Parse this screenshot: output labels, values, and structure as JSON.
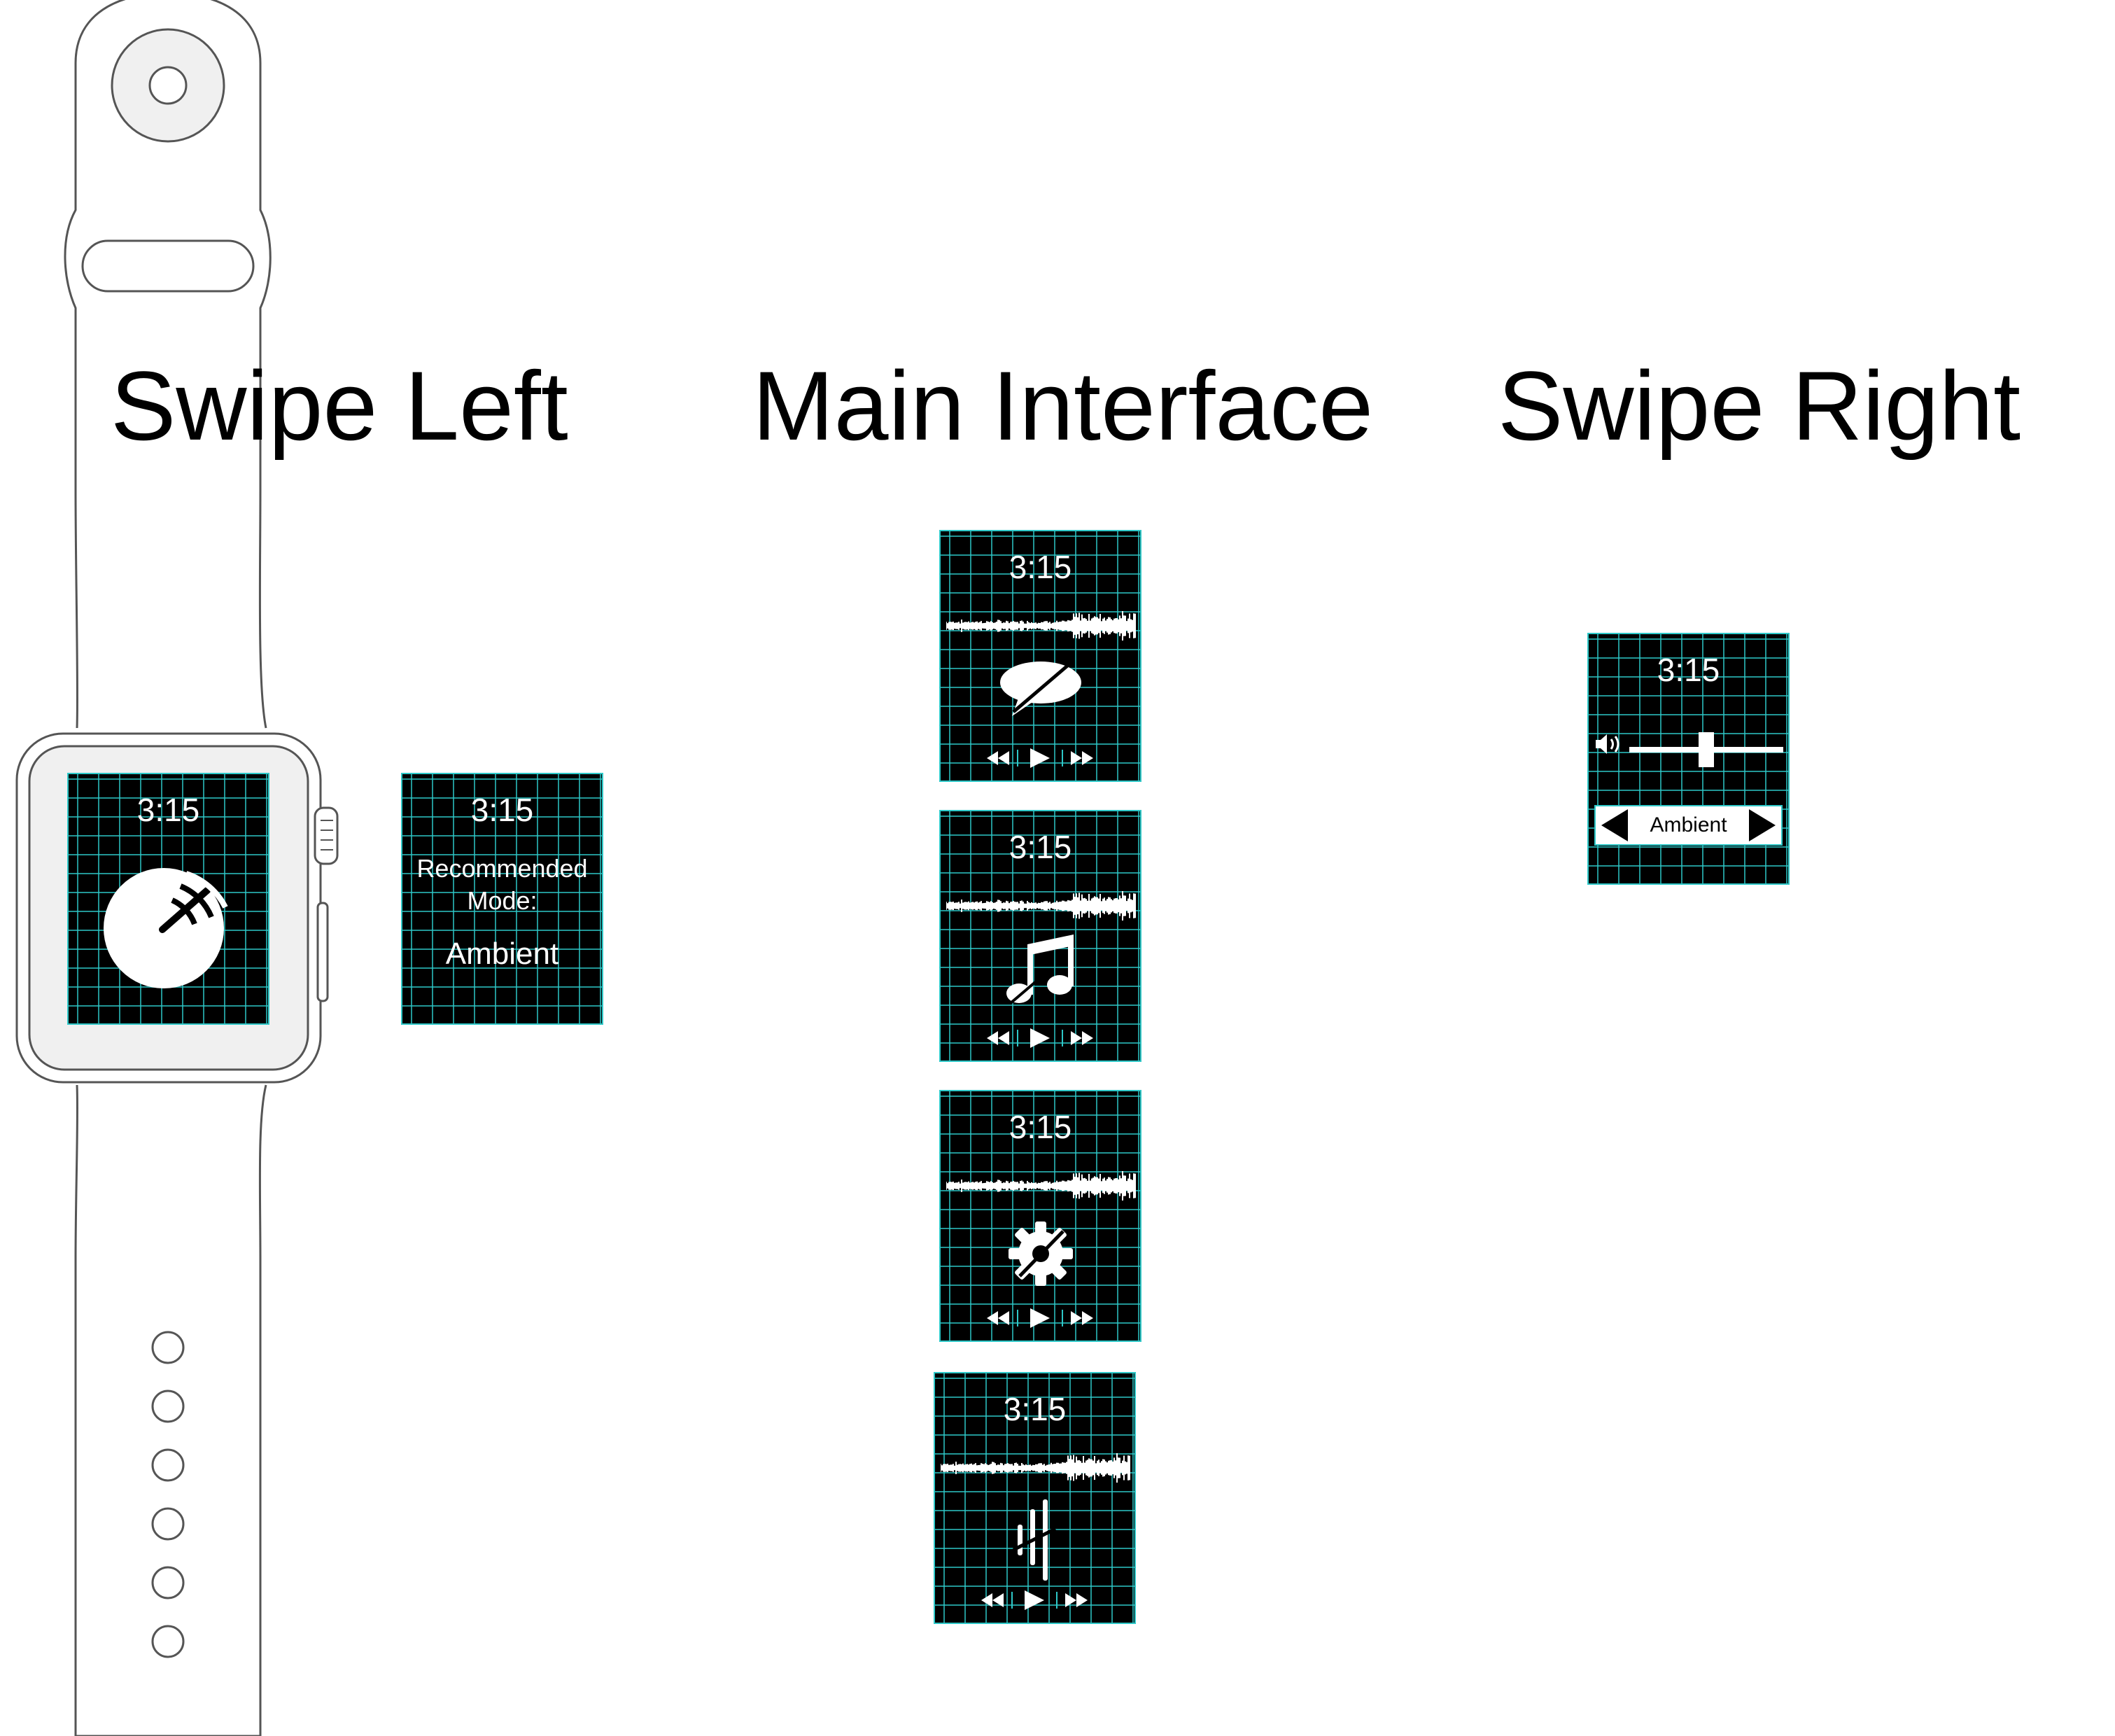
{
  "headings": {
    "swipe_left": "Swipe Left",
    "main_interface": "Main Interface",
    "swipe_right": "Swipe Right"
  },
  "watch_face": {
    "time": "3:15",
    "icon": "radar-icon"
  },
  "recommendation": {
    "time": "3:15",
    "text": "Recommended Mode:",
    "mode": "Ambient"
  },
  "main_screens": [
    {
      "time": "3:15",
      "icon": "speech-bubble-off-icon"
    },
    {
      "time": "3:15",
      "icon": "music-note-icon"
    },
    {
      "time": "3:15",
      "icon": "gear-off-icon"
    },
    {
      "time": "3:15",
      "icon": "equalizer-bars-icon"
    }
  ],
  "settings_screen": {
    "time": "3:15",
    "volume_icon": "speaker-icon",
    "volume_level": 0.5,
    "mode_selector": "Ambient"
  },
  "transport_controls": [
    "rewind-icon",
    "play-icon",
    "fast-forward-icon"
  ],
  "colors": {
    "screen_bg": "#000000",
    "grid": "#2ec8c8",
    "foreground": "#ffffff",
    "watch_outline": "#555555",
    "watch_face_fill": "#f0f0f0"
  }
}
